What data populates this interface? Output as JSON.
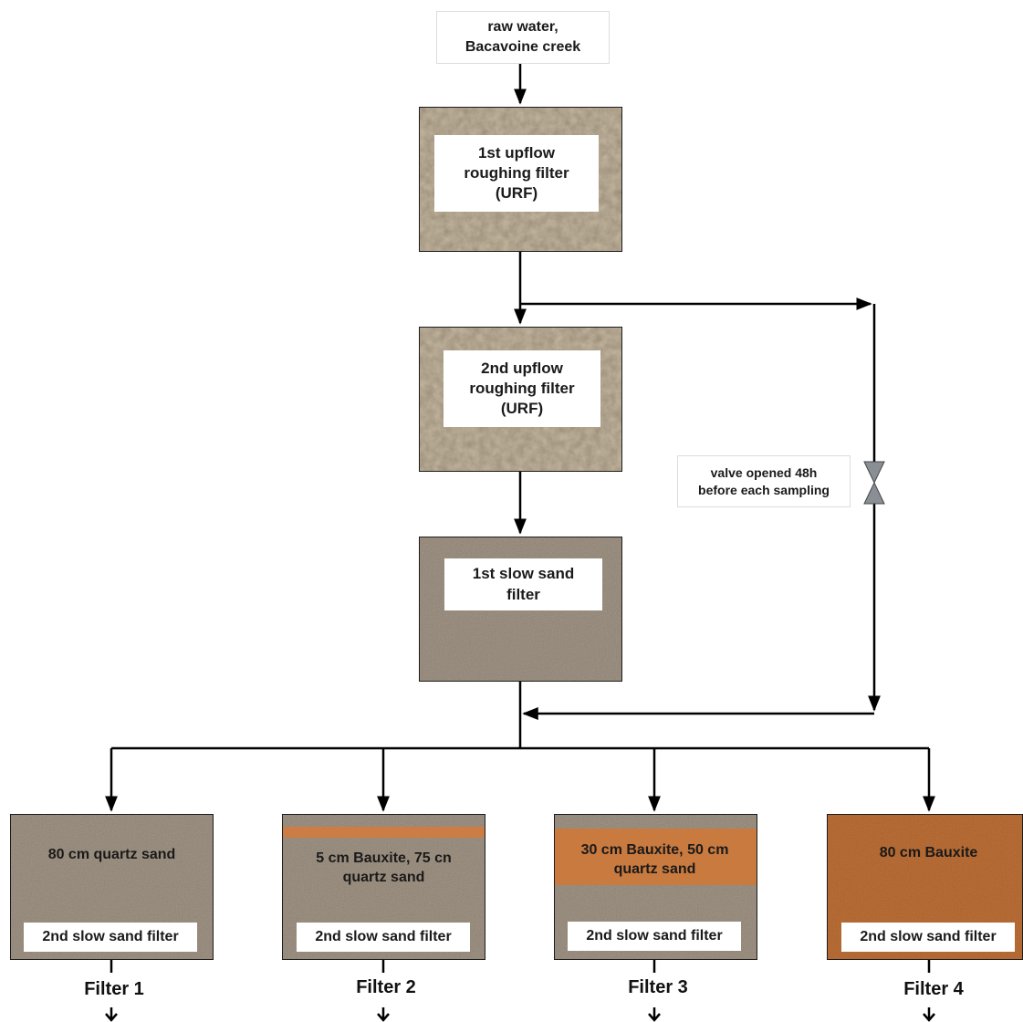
{
  "source": {
    "text": "raw water,\nBacavoine creek"
  },
  "urf1": {
    "text": "1st upflow\nroughing filter\n(URF)"
  },
  "urf2": {
    "text": "2nd upflow\nroughing filter\n(URF)"
  },
  "ssf1": {
    "text": "1st slow sand\nfilter"
  },
  "valve": {
    "text": "valve opened 48h\nbefore each sampling"
  },
  "filters": [
    {
      "title": "Filter 1",
      "media": "80 cm quartz sand",
      "stage": "2nd slow sand filter"
    },
    {
      "title": "Filter 2",
      "media": "5 cm Bauxite, 75 cn\nquartz sand",
      "stage": "2nd slow sand filter"
    },
    {
      "title": "Filter 3",
      "media": "30 cm Bauxite, 50 cm\nquartz sand",
      "stage": "2nd slow sand filter"
    },
    {
      "title": "Filter 4",
      "media": "80 cm Bauxite",
      "stage": "2nd slow sand filter"
    }
  ],
  "colors": {
    "gravel": "#c9b9a0",
    "sand": "#a89a8a",
    "bauxite": "#c8763a",
    "line": "#000000"
  }
}
